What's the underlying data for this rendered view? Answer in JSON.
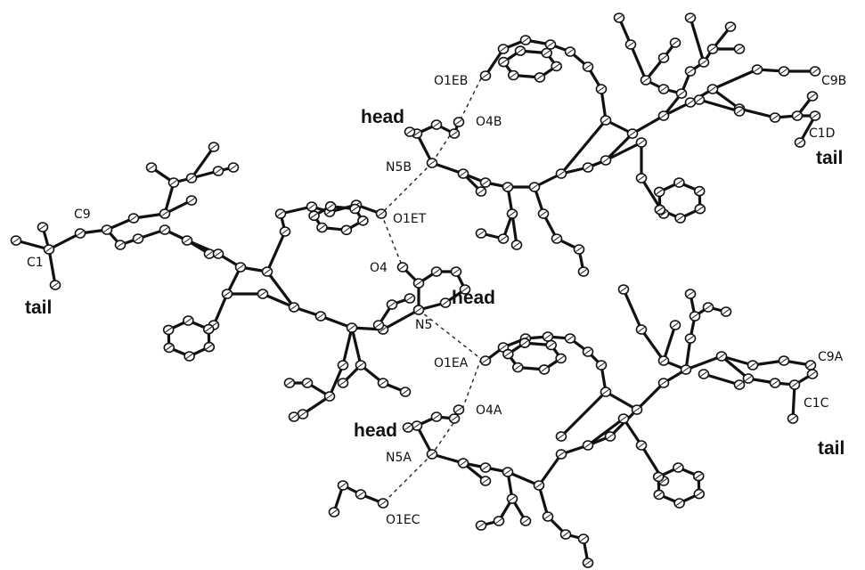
{
  "labels": {
    "o1eb": "O1EB",
    "o4b": "O4B",
    "n5b": "N5B",
    "o1et": "O1ET",
    "o4": "O4",
    "n5": "N5",
    "o1ea": "O1EA",
    "o4a": "O4A",
    "n5a": "N5A",
    "o1ec": "O1EC",
    "c9": "C9",
    "c1": "C1",
    "c9b": "C9B",
    "c1d": "C1D",
    "c9a": "C9A",
    "c1c": "C1C"
  },
  "annotations": {
    "head_top": "head",
    "head_mid": "head",
    "head_bottom": "head",
    "tail_left": "tail",
    "tail_top_right": "tail",
    "tail_bottom_right": "tail"
  }
}
